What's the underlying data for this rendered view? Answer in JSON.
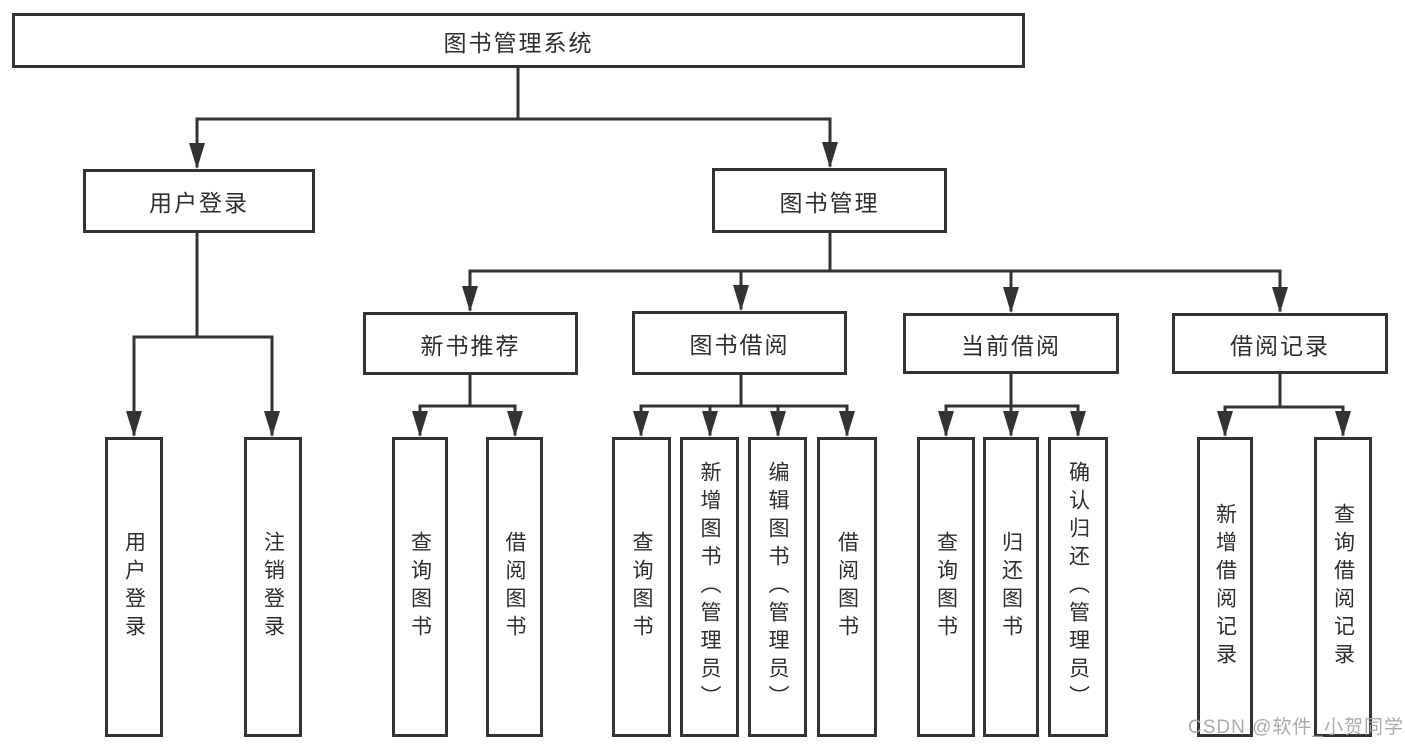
{
  "diagram": {
    "title": "图书管理系统",
    "type": "functional-structure-tree",
    "nodes": {
      "root": {
        "label": "图书管理系统"
      },
      "user_login": {
        "label": "用户登录"
      },
      "book_mgmt": {
        "label": "图书管理"
      },
      "new_book_rec": {
        "label": "新书推荐"
      },
      "book_borrow": {
        "label": "图书借阅"
      },
      "current_borrow": {
        "label": "当前借阅"
      },
      "borrow_record": {
        "label": "借阅记录"
      },
      "leaf_user_login": {
        "label": "用户登录"
      },
      "leaf_logout": {
        "label": "注销登录"
      },
      "leaf_nb_query": {
        "label": "查询图书"
      },
      "leaf_nb_borrow": {
        "label": "借阅图书"
      },
      "leaf_bb_query": {
        "label": "查询图书"
      },
      "leaf_bb_add": {
        "label": "新增图书（管理员）"
      },
      "leaf_bb_edit": {
        "label": "编辑图书（管理员）"
      },
      "leaf_bb_borrow": {
        "label": "借阅图书"
      },
      "leaf_cb_query": {
        "label": "查询图书"
      },
      "leaf_cb_return": {
        "label": "归还图书"
      },
      "leaf_cb_confirm": {
        "label": "确认归还（管理员）"
      },
      "leaf_br_add": {
        "label": "新增借阅记录"
      },
      "leaf_br_query": {
        "label": "查询借阅记录"
      }
    },
    "hierarchy": [
      {
        "parent": "图书管理系统",
        "children": [
          "用户登录",
          "图书管理"
        ]
      },
      {
        "parent": "用户登录",
        "children": [
          "用户登录",
          "注销登录"
        ]
      },
      {
        "parent": "图书管理",
        "children": [
          "新书推荐",
          "图书借阅",
          "当前借阅",
          "借阅记录"
        ]
      },
      {
        "parent": "新书推荐",
        "children": [
          "查询图书",
          "借阅图书"
        ]
      },
      {
        "parent": "图书借阅",
        "children": [
          "查询图书",
          "新增图书（管理员）",
          "编辑图书（管理员）",
          "借阅图书"
        ]
      },
      {
        "parent": "当前借阅",
        "children": [
          "查询图书",
          "归还图书",
          "确认归还（管理员）"
        ]
      },
      {
        "parent": "借阅记录",
        "children": [
          "新增借阅记录",
          "查询借阅记录"
        ]
      }
    ],
    "colors": {
      "line": "#333333",
      "box_border": "#333333",
      "box_fill": "#ffffff",
      "text": "#2e2e2e",
      "background": "#ffffff"
    }
  },
  "watermark": {
    "text": "CSDN @软件_小贺同学",
    "color": "#a3a3a3"
  }
}
